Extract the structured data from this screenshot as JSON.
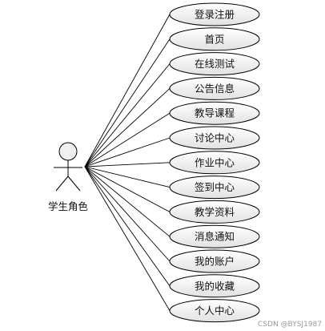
{
  "actor": {
    "label": "学生角色"
  },
  "use_cases": [
    "登录注册",
    "首页",
    "在线测试",
    "公告信息",
    "教导课程",
    "讨论中心",
    "作业中心",
    "签到中心",
    "教学资料",
    "消息通知",
    "我的账户",
    "我的收藏",
    "个人中心"
  ],
  "watermark": "CSDN @BYSJ1987",
  "colors": {
    "line": "#000000",
    "ellipse_fill_top": "#ffffff",
    "ellipse_fill_bottom": "#e4e4e4",
    "actor_fill": "#f0f0f0"
  }
}
